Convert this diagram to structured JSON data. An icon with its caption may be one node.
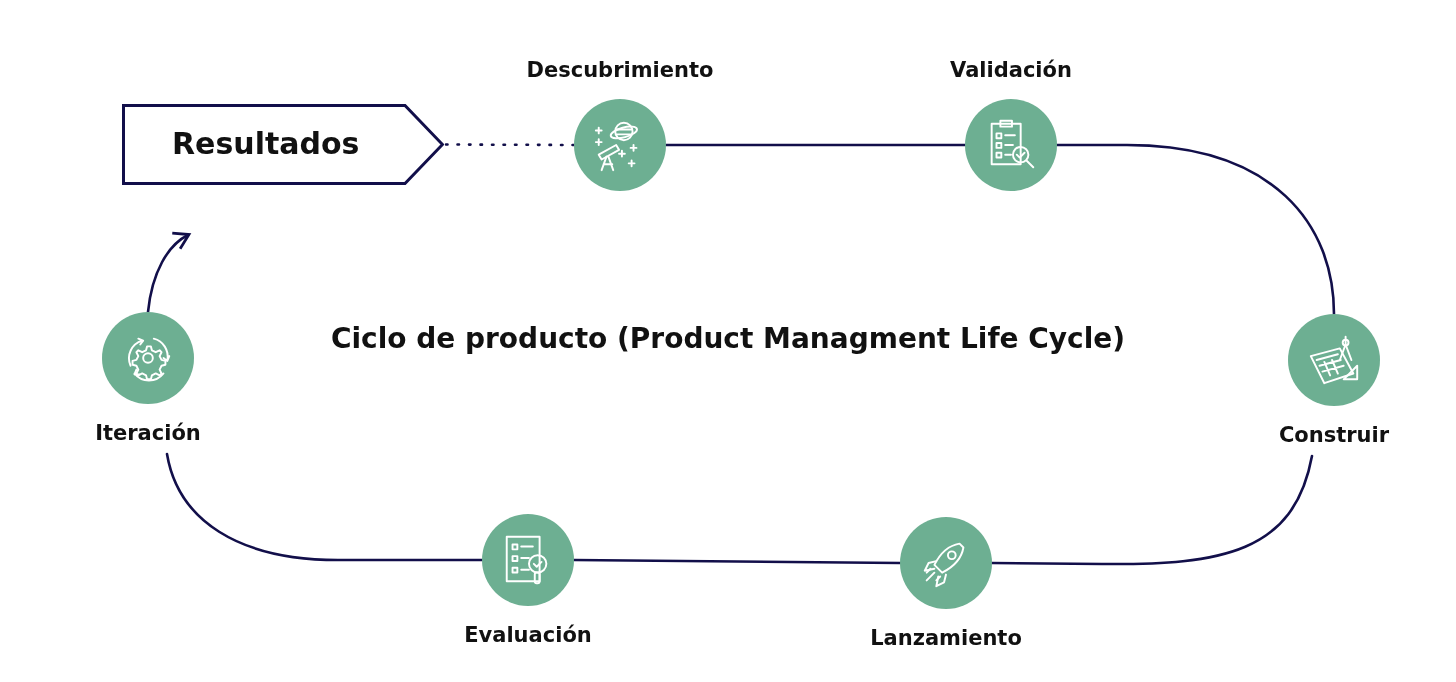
{
  "diagram": {
    "title": "Ciclo de producto (Product Managment Life Cycle)",
    "nodes": [
      {
        "text": [
          "Resultados"
        ]
      },
      {
        "text": [
          "Descubrimiento"
        ]
      },
      {
        "text": [
          "Validación"
        ]
      },
      {
        "text": [
          "Construir"
        ]
      },
      {
        "text": [
          "Lanzamiento"
        ]
      },
      {
        "text": [
          "Evaluación"
        ]
      },
      {
        "text": [
          "Iteración"
        ]
      }
    ],
    "edges": [
      {
        "from": 1,
        "to": 0,
        "arrow": "none",
        "style": "dashed"
      },
      {
        "from": 1,
        "to": 2,
        "arrow": "none"
      },
      {
        "from": 2,
        "to": 3,
        "arrow": "none"
      },
      {
        "from": 3,
        "to": 4,
        "arrow": "none"
      },
      {
        "from": 4,
        "to": 5,
        "arrow": "none"
      },
      {
        "from": 5,
        "to": 6,
        "arrow": "none"
      },
      {
        "from": 6,
        "to": 0,
        "arrow": "to"
      }
    ]
  }
}
